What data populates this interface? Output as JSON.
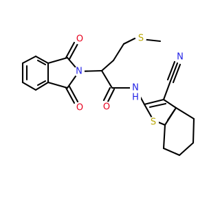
{
  "molecule": {
    "colors": {
      "bond": "#000000",
      "oxygen": "#e6001e",
      "nitrogen": "#1f1fe6",
      "sulfur": "#b8a500",
      "background": "#ffffff"
    },
    "atoms": {
      "o_imide_top": "O",
      "o_imide_bottom": "O",
      "n_imide": "N",
      "s_thioether": "S",
      "o_amide": "O",
      "n_amide": "N",
      "h_amide": "H",
      "s_thiophene": "S",
      "n_nitrile": "N"
    }
  }
}
